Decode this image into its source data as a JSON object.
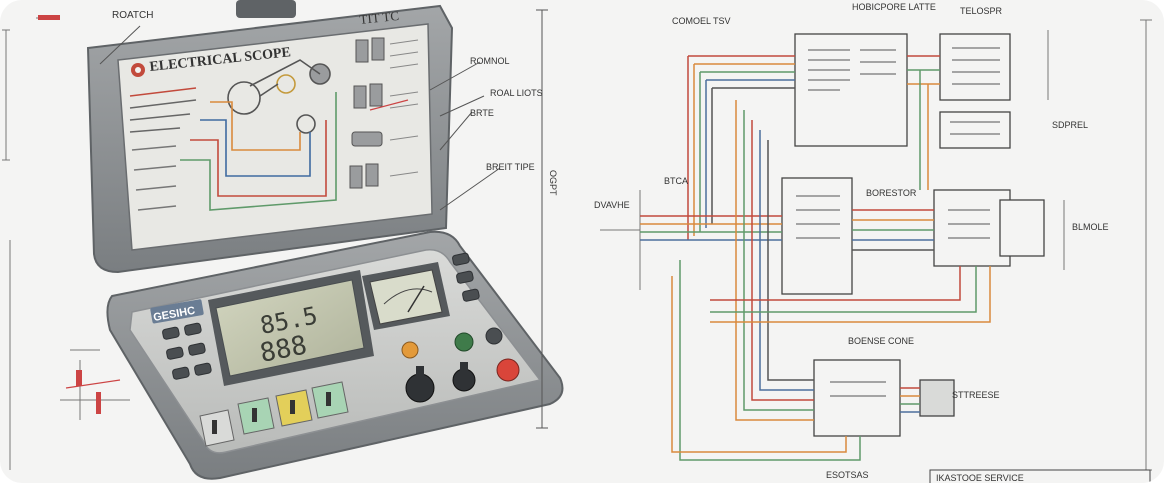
{
  "scope": {
    "lid_title": "ELECTRICAL SCOPE",
    "lid_corner_text": "TIT TC",
    "nameplate": "GESIHC",
    "lcd_line1": "85.5",
    "lcd_line2": "888"
  },
  "callouts": {
    "top": "ROATCH",
    "right1": "ROMNOL",
    "right2": "ROAL LIOTS",
    "right3": "BRTE",
    "right4": "BREIT TIPE",
    "vertical": "OGPT"
  },
  "schematic": {
    "label_top1": "COMOEL TSV",
    "label_top2": "HOBICPORE LATTE",
    "label_top3": "TELOSPR",
    "label_side1": "BTCA",
    "label_side2": "DVAVHE",
    "label_right1": "SDPREL",
    "label_mid": "BORESTOR",
    "label_right2": "BLMOLE",
    "label_right3": "STTREESE",
    "label_bottom1": "BOENSE CONE",
    "label_bottom2": "ESOTSAS",
    "label_corner": "IKASTOOE SERVICE"
  },
  "colors": {
    "case": "#8d9093",
    "case_dark": "#5f6366",
    "lcd": "#c8cbb4",
    "wire_orange": "#d98a3c",
    "wire_green": "#5f9a6a",
    "wire_red": "#c24a3c",
    "wire_blue": "#4d6e9c",
    "button_red": "#d9453a",
    "button_green": "#3f7b4a",
    "button_yellow": "#e3cf5a",
    "button_orange": "#e39a3a"
  }
}
